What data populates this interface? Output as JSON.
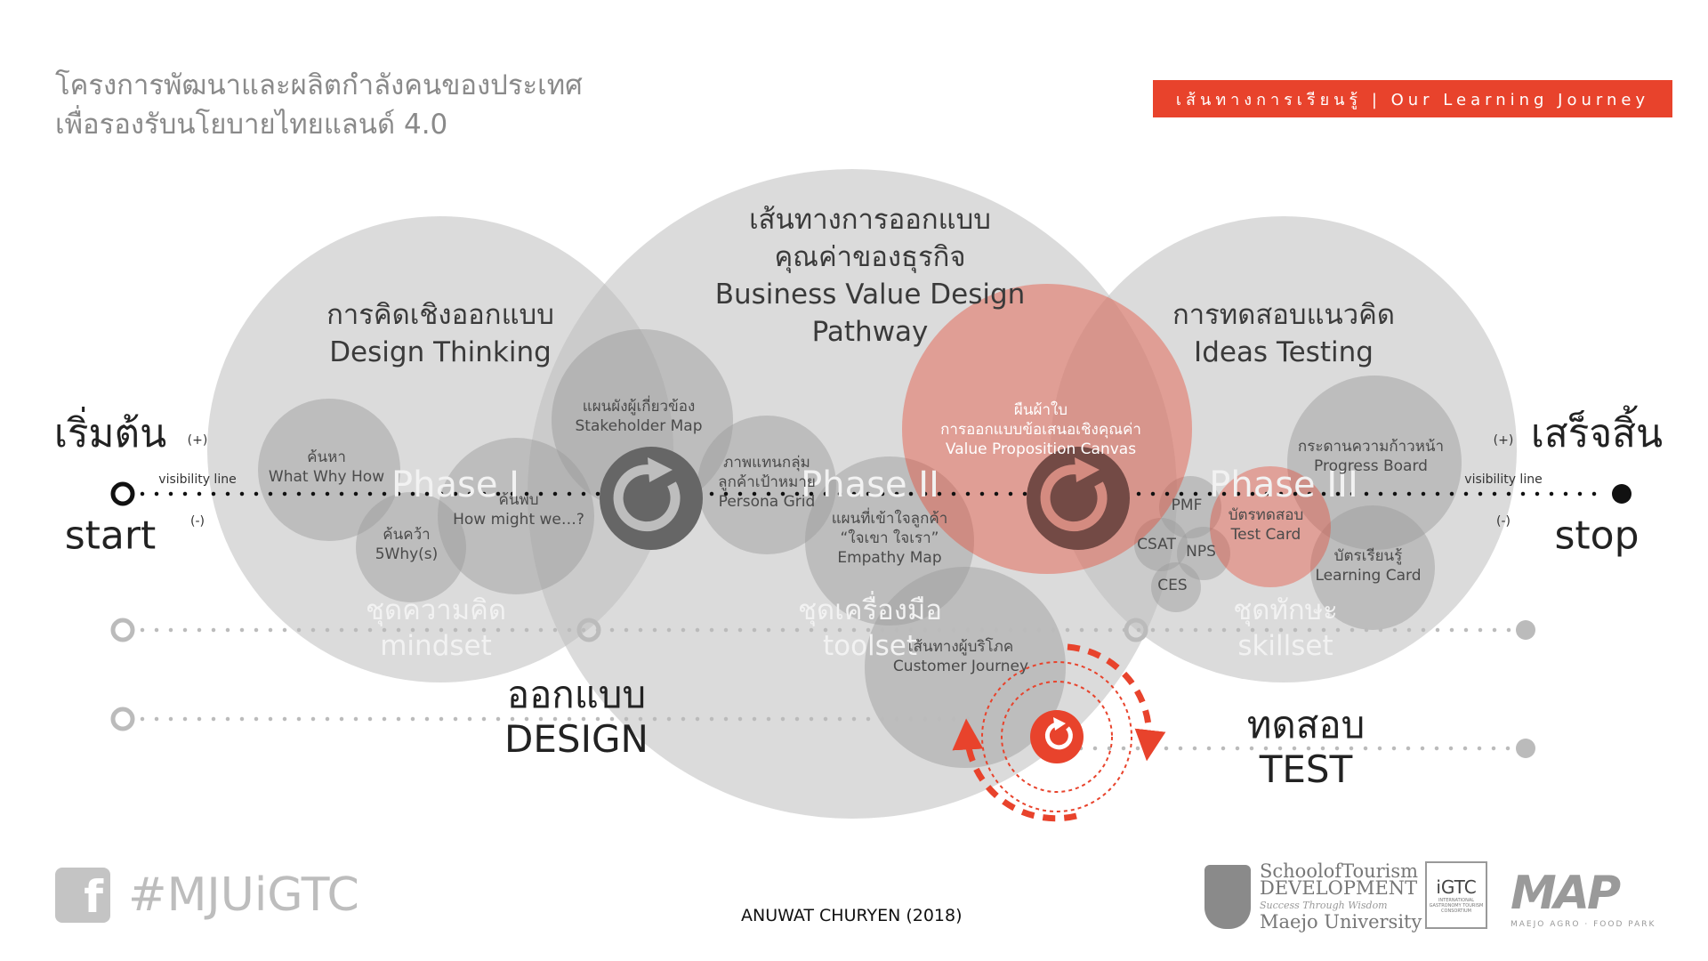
{
  "header": {
    "title_line1": "โครงการพัฒนาและผลิตกำลังคนของประเทศ",
    "title_line2": "เพื่อรองรับนโยบายไทยแลนด์ 4.0",
    "banner": "เส้นทางการเรียนรู้ | Our Learning Journey"
  },
  "endpoints": {
    "start_thai": "เริ่มต้น",
    "start_en": "start",
    "stop_thai": "เสร็จสิ้น",
    "stop_en": "stop",
    "plus": "(+)",
    "minus": "(-)",
    "visibility_line": "visibility line"
  },
  "circles": {
    "design_thinking": {
      "th": "การคิดเชิงออกแบบ",
      "en": "Design Thinking"
    },
    "business_value": {
      "th1": "เส้นทางการออกแบบ",
      "th2": "คุณค่าของธุรกิจ",
      "en1": "Business Value Design",
      "en2": "Pathway"
    },
    "ideas_testing": {
      "th": "การทดสอบแนวคิด",
      "en": "Ideas Testing"
    }
  },
  "phases": [
    "Phase I",
    "Phase II",
    "Phase III"
  ],
  "sets": [
    {
      "th": "ชุดความคิด",
      "en": "mindset"
    },
    {
      "th": "ชุดเครื่องมือ",
      "en": "toolset"
    },
    {
      "th": "ชุดทักษะ",
      "en": "skillset"
    }
  ],
  "tools": {
    "what_why_how": {
      "th": "ค้นหา",
      "en": "What Why How"
    },
    "five_whys": {
      "th": "ค้นคว้า",
      "en": "5Why(s)"
    },
    "how_might_we": {
      "th": "ค้นพบ",
      "en": "How might we…?"
    },
    "stakeholder_map": {
      "th": "แผนผังผู้เกี่ยวข้อง",
      "en": "Stakeholder Map"
    },
    "persona_grid": {
      "th1": "ภาพแทนกลุ่ม",
      "th2": "ลูกค้าเป้าหมาย",
      "en": "Persona Grid"
    },
    "empathy_map": {
      "th1": "แผนที่เข้าใจลูกค้า",
      "th2": "“ใจเขา ใจเรา”",
      "en": "Empathy Map"
    },
    "value_proposition": {
      "th1": "ผืนผ้าใบ",
      "th2": "การออกแบบข้อเสนอเชิงคุณค่า",
      "en": "Value Proposition Canvas"
    },
    "customer_journey": {
      "th": "เส้นทางผู้บริโภค",
      "en": "Customer Journey"
    },
    "progress_board": {
      "th": "กระดานความก้าวหน้า",
      "en": "Progress Board"
    },
    "test_card": {
      "th": "บัตรทดสอบ",
      "en": "Test Card"
    },
    "learning_card": {
      "th": "บัตรเรียนรู้",
      "en": "Learning Card"
    },
    "pmf": "PMF",
    "csat": "CSAT",
    "nps": "NPS",
    "ces": "CES"
  },
  "stages": {
    "design_th": "ออกแบบ",
    "design_en": "DESIGN",
    "test_th": "ทดสอบ",
    "test_en": "TEST"
  },
  "footer": {
    "hashtag": "#MJUiGTC",
    "fb_glyph": "f",
    "credit": "ANUWAT CHURYEN (2018)",
    "logo1_line1": "SchoolofTourism",
    "logo1_line2": "DEVELOPMENT",
    "logo1_tagline": "Success Through Wisdom",
    "logo1_line3": "Maejo University",
    "logo2": "iGTC",
    "logo2_sub": "INTERNATIONAL GASTRONOMY TOURISM CONSORTIUM",
    "logo3": "MAP",
    "logo3_sub": "MAEJO AGRO · FOOD PARK"
  },
  "colors": {
    "accent": "#e8432c",
    "circle": "#cfcfcf",
    "dark": "#555555"
  }
}
